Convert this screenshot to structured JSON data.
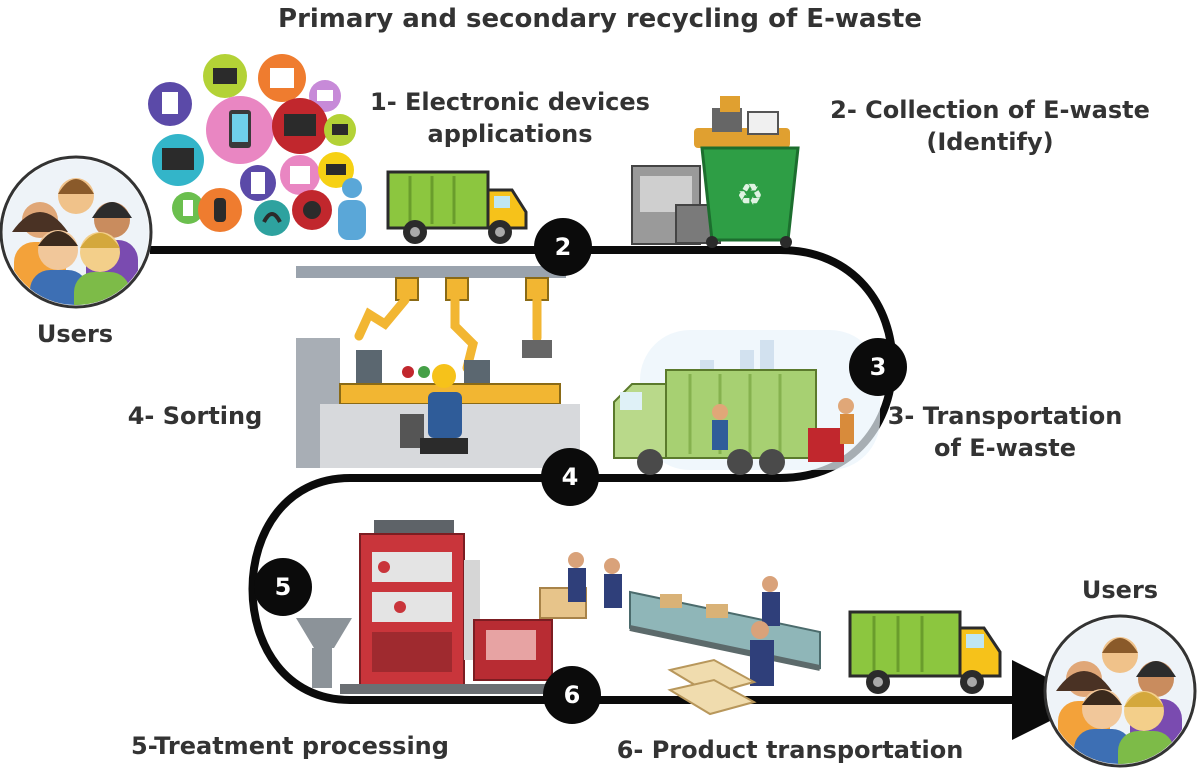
{
  "title": "Primary and secondary recycling of E-waste",
  "labels": {
    "users_start": "Users",
    "users_end": "Users",
    "step1_line1": "1- Electronic devices",
    "step1_line2": "applications",
    "step2_line1": "2- Collection of E-waste",
    "step2_line2": "(Identify)",
    "step3_line1": "3- Transportation",
    "step3_line2": "of E-waste",
    "step4": "4- Sorting",
    "step5": "5-Treatment processing",
    "step6": "6- Product transportation"
  },
  "markers": [
    "2",
    "3",
    "4",
    "5",
    "6"
  ],
  "icons": {
    "users": "users-group-icon",
    "devices": "electronic-devices-cluster-icon",
    "truck": "garbage-truck-icon",
    "bin": "recycling-bin-icon",
    "robot": "robotic-sorting-line-icon",
    "treatment": "treatment-machine-icon",
    "conveyor": "conveyor-workers-icon"
  },
  "colors": {
    "path": "#0b0b0b",
    "truck_green": "#8cc63f",
    "truck_yellow": "#f6c21a",
    "bin_green": "#2e9e45",
    "machine_red": "#c9353b"
  }
}
